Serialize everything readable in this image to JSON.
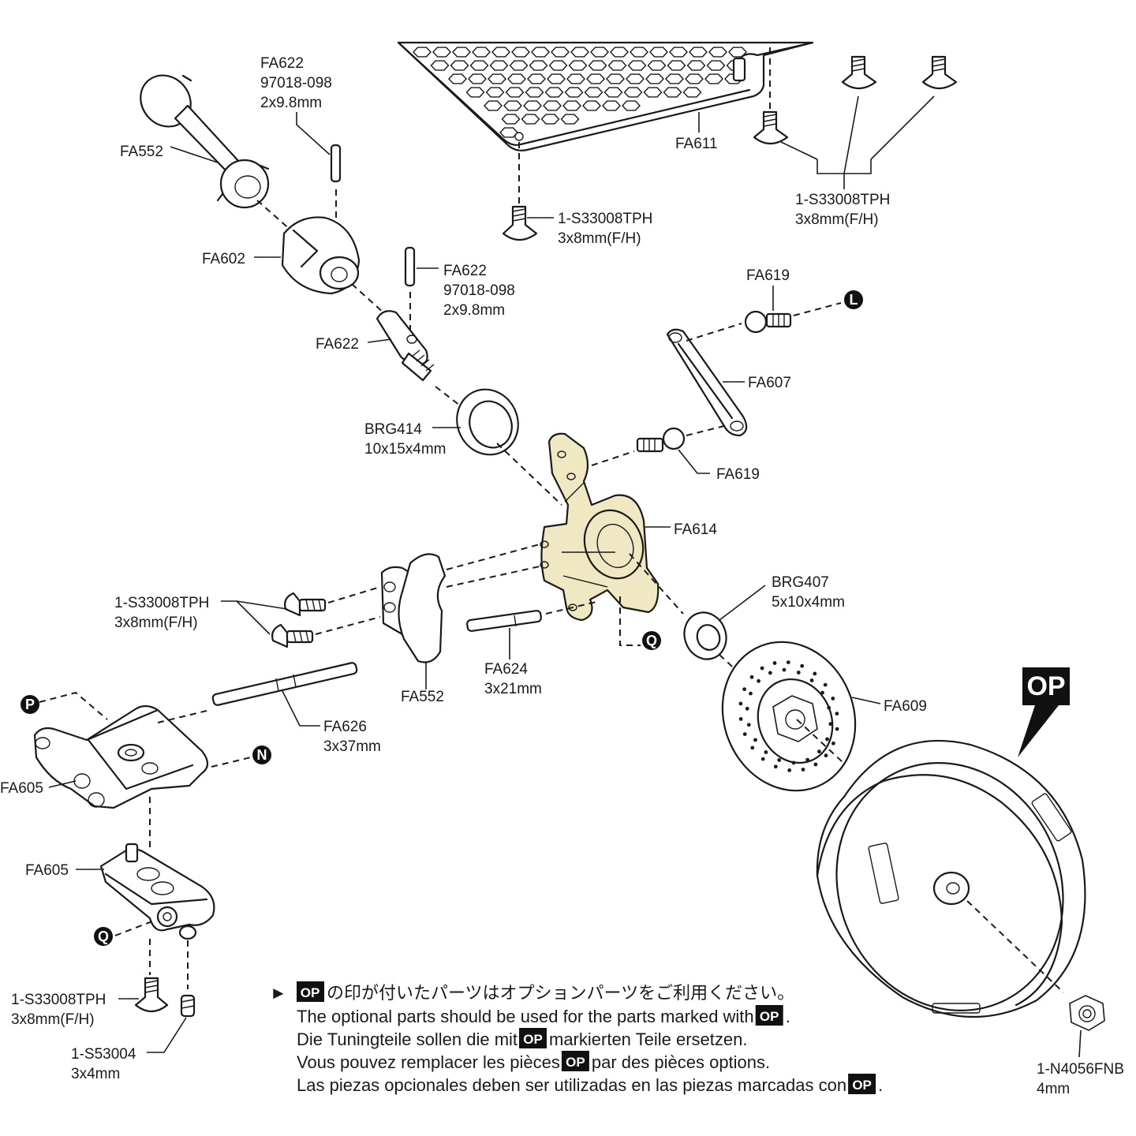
{
  "callouts": {
    "fa552_top": {
      "code": "FA552"
    },
    "fa622_top": {
      "code": "FA622",
      "ref": "97018-098",
      "size": "2x9.8mm"
    },
    "fa602": {
      "code": "FA602"
    },
    "fa622_mid": {
      "code": "FA622",
      "ref": "97018-098",
      "size": "2x9.8mm"
    },
    "fa622_axle": {
      "code": "FA622"
    },
    "brg414": {
      "code": "BRG414",
      "size": "10x15x4mm"
    },
    "fa611": {
      "code": "FA611"
    },
    "screw_plate": {
      "code": "1-S33008TPH",
      "size": "3x8mm(F/H)"
    },
    "screw_group": {
      "code": "1-S33008TPH",
      "size": "3x8mm(F/H)"
    },
    "fa619_top": {
      "code": "FA619"
    },
    "fa607": {
      "code": "FA607"
    },
    "fa619_bottom": {
      "code": "FA619"
    },
    "fa614": {
      "code": "FA614"
    },
    "screw_caliper": {
      "code": "1-S33008TPH",
      "size": "3x8mm(F/H)"
    },
    "fa552_caliper": {
      "code": "FA552"
    },
    "fa624": {
      "code": "FA624",
      "size": "3x21mm"
    },
    "brg407": {
      "code": "BRG407",
      "size": "5x10x4mm"
    },
    "fa609": {
      "code": "FA609"
    },
    "fa626": {
      "code": "FA626",
      "size": "3x37mm"
    },
    "fa605_upper": {
      "code": "FA605"
    },
    "fa605_lower": {
      "code": "FA605"
    },
    "screw_lower": {
      "code": "1-S33008TPH",
      "size": "3x8mm(F/H)"
    },
    "setscrew": {
      "code": "1-S53004",
      "size": "3x4mm"
    },
    "nut": {
      "code": "1-N4056FNB",
      "size": "4mm"
    }
  },
  "markers": {
    "l": "L",
    "q1": "Q",
    "q2": "Q",
    "p": "P",
    "n": "N"
  },
  "op_badge": "OP",
  "note": {
    "arrow": "►",
    "op": "OP",
    "ja": "の印が付いたパーツはオプションパーツをご利用ください。",
    "en_before": "The optional parts should be used for the parts marked with ",
    "en_after": ".",
    "de_before": "Die Tuningteile sollen die mit ",
    "de_after": " markierten Teile ersetzen.",
    "fr_before": "Vous pouvez remplacer les pièces ",
    "fr_after": " par des pièces options.",
    "es_before": "Las piezas opcionales deben ser utilizadas en las piezas marcadas con ",
    "es_after": "."
  },
  "colors": {
    "knuckle": "#efe8c2",
    "ink": "#1a1a1a",
    "badge": "#111111"
  }
}
